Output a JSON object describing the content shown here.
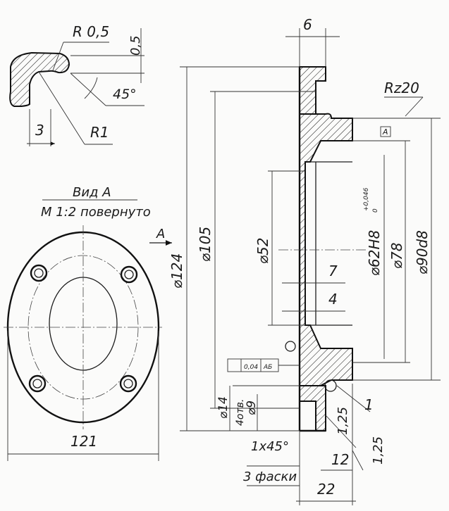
{
  "detail": {
    "radius_small": "R 0,5",
    "offset": "0,5",
    "angle": "45°",
    "width": "3",
    "radius_large": "R1"
  },
  "view": {
    "title": "Вид А",
    "scale_note": "М 1:2 повернуто",
    "diameter": "121"
  },
  "section": {
    "view_marker": "А",
    "d124": "⌀124",
    "d105": "⌀105",
    "d52": "⌀52",
    "d62": "⌀62H8",
    "tol_upper": "+0,046",
    "tol_lower": "0",
    "d78": "⌀78",
    "d90": "⌀90d8",
    "rz": "Rz20",
    "thickness_top": "6",
    "dim7": "7",
    "dim4": "4",
    "d14": "⌀14",
    "bolt_count": "4отв.",
    "d9": "⌀9",
    "chamfer": "1х45°",
    "chamfer_note": "3 фаски",
    "dim125a": "1,25",
    "dim125b": "1,25",
    "dim12": "12",
    "dim22": "22",
    "leader_1": "1",
    "datum_a": "А",
    "runout_tol": "0,04",
    "runout_base": "АБ"
  }
}
